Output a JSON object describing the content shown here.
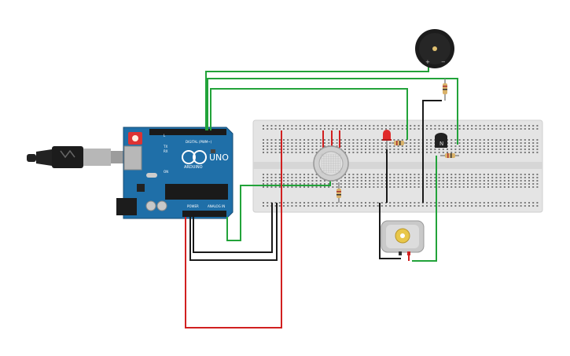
{
  "arduino": {
    "logo_text": "ARDUINO",
    "model": "UNO",
    "digital_label": "DIGITAL (PWM~)",
    "power_label": "POWER",
    "analog_label": "ANALOG IN",
    "tx_label": "TX",
    "rx_label": "RX",
    "on_label": "ON",
    "l_label": "L",
    "chip_color": "#1a1a1a",
    "board_color": "#1f6fa8"
  },
  "buzzer": {
    "plus_label": "+",
    "minus_label": "−"
  },
  "transistor": {
    "label": "N"
  },
  "wire_colors": {
    "green": "#22a33a",
    "red": "#d12020",
    "black": "#1a1a1a"
  },
  "breadboard": {
    "color": "#e6e6e6"
  }
}
